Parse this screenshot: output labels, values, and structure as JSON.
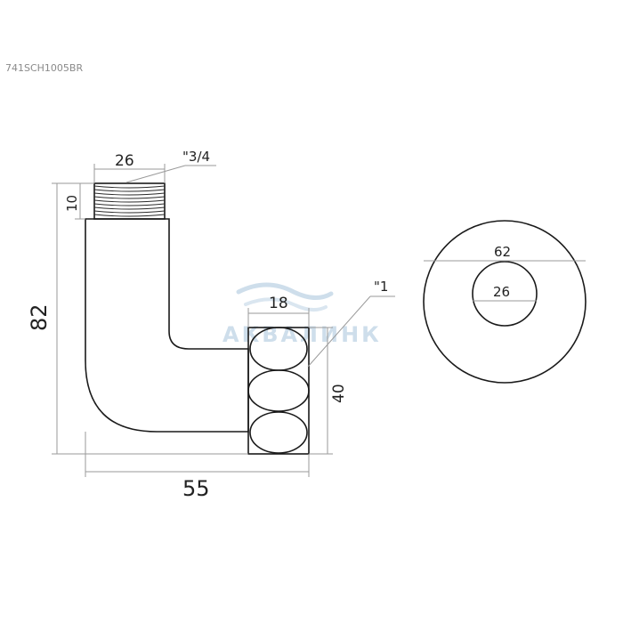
{
  "product_code": "741SCH1005BR",
  "watermark": {
    "text": "АКВАЛИНК",
    "color": "#c9dbe9"
  },
  "dimensions": {
    "thread_width": "26",
    "thread_spec_top": "\"3/4",
    "thread_height": "10",
    "total_height": "82",
    "socket_width": "18",
    "thread_spec_side": "\"1",
    "socket_height": "40",
    "total_width": "55",
    "flange_diameter": "62",
    "bore_diameter": "26"
  }
}
